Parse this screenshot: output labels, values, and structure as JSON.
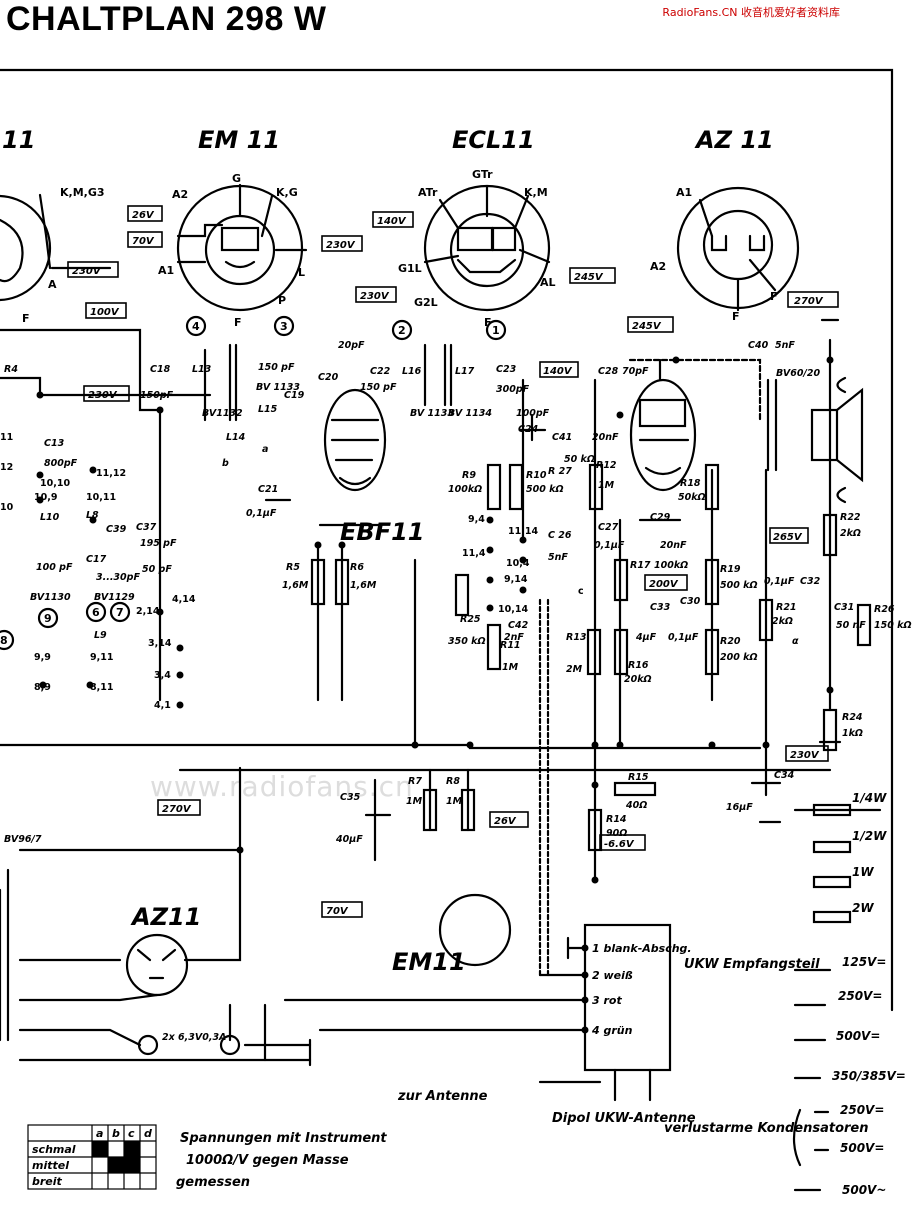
{
  "header": {
    "title": "CHALTPLAN 298 W",
    "source_mark": "RadioFans.CN 收音机爱好者资料库"
  },
  "watermark": "www.radiofans.cn",
  "tubes": {
    "t1": "11",
    "em11_top": "EM 11",
    "ecl11": "ECL11",
    "az11_top": "AZ 11",
    "ebf11": "EBF11",
    "em11_bottom": "EM11",
    "az11_bottom": "AZ11"
  },
  "pins": {
    "kmg3": "K,M,G3",
    "a_left": "A",
    "f_left": "F",
    "em_a2": "A2",
    "em_a1": "A1",
    "em_g": "G",
    "em_kg": "K,G",
    "em_l": "L",
    "em_f": "F",
    "em_p": "P",
    "ecl_atr": "ATr",
    "ecl_gtr": "GTr",
    "ecl_km": "K,M",
    "ecl_g1l": "G1L",
    "ecl_g2l": "G2L",
    "ecl_f": "F",
    "ecl_al": "AL",
    "az_a1": "A1",
    "az_a2": "A2",
    "az_f1": "F",
    "az_f2": "F"
  },
  "voltages": {
    "v230_a": "230V",
    "v26": "26V",
    "v70": "70V",
    "v230_em": "230V",
    "v140": "140V",
    "v245_top": "245V",
    "v230_ecl": "230V",
    "v270_az": "270V",
    "v100": "100V",
    "v245_box": "245V",
    "v230_mid": "230V",
    "v140_mid": "140V",
    "v265": "265V",
    "v200": "200V",
    "v230_low": "230V",
    "v270_low": "270V",
    "v26_low": "26V",
    "vm66": "-6.6V",
    "v70_low": "70V"
  },
  "markers": {
    "m4": "4",
    "m3": "3",
    "m2": "2",
    "m1": "1",
    "m6": "6",
    "m7": "7",
    "m8": "8",
    "m9": "9"
  },
  "components": {
    "c18": "C18",
    "c18v": "150pF",
    "l13": "L13",
    "l14": "L14",
    "l15": "L15",
    "bv1132": "BV1132",
    "c19": "C19",
    "c19v": "150 pF",
    "bv1133": "BV 1133",
    "l_a": "a",
    "l_b": "b",
    "c21": "C21",
    "c21v": "0,1µF",
    "c20": "C20",
    "c20v": "20pF",
    "c22": "C22",
    "c22v": "150 pF",
    "l16": "L16",
    "l17": "L17",
    "bv1133b": "BV 1133",
    "bv1134": "BV 1134",
    "c23": "C23",
    "c23v": "300pF",
    "c24": "C24",
    "c24v": "100pF",
    "r9": "R9",
    "r9v": "100kΩ",
    "r10": "R10",
    "r10v": "500 kΩ",
    "r5": "R5",
    "r5v": "1,6M",
    "r6": "R6",
    "r6v": "1,6M",
    "c28": "C28",
    "c28v": "70pF",
    "c41": "C41",
    "c41v": "20nF",
    "r12": "R12",
    "r12v": "1M",
    "r18": "R18",
    "r18v": "50kΩ",
    "c29": "C29",
    "c29v": "20nF",
    "c27": "C27",
    "c27v": "0,1µF",
    "r17": "R17",
    "r17v": "100kΩ",
    "r19": "R19",
    "r19v": "500 kΩ",
    "c33": "C33",
    "c33v": "4µF",
    "c30": "C30",
    "c30v": "0,1µF",
    "r20": "R20",
    "r20v": "200 kΩ",
    "r16": "R16",
    "r16v": "20kΩ",
    "r13": "R13",
    "r13v": "2M",
    "r11": "R11",
    "r11v": "1M",
    "r25": "R25",
    "r25v": "350 kΩ",
    "c42": "C42",
    "c42v": "2nF",
    "r_27": "R 27",
    "c26": "C 26",
    "c26v": "5nF",
    "r27v": "50 kΩ",
    "c40": "C40",
    "c40v": "5nF",
    "bv6020": "BV60/20",
    "r22": "R22",
    "r22v": "2kΩ",
    "c32": "C32",
    "c32v": "0,1µF",
    "r21": "R21",
    "r21v": "2kΩ",
    "c31": "C31",
    "c31v": "50 nF",
    "r26": "R26",
    "r26v": "150 kΩ",
    "l_alpha": "α",
    "r24": "R24",
    "r24v": "1kΩ",
    "c34": "C34",
    "c34v": "16µF",
    "r15": "R15",
    "r15v": "40Ω",
    "r14": "R14",
    "r14v": "90Ω",
    "r7": "R7",
    "r7v": "1M",
    "r8": "R8",
    "r8v": "1M",
    "c35": "C35",
    "c35v": "40µF",
    "r4": "R4",
    "c13": "C13",
    "c13v": "800pF",
    "l10": "L10",
    "l8": "L8",
    "c39": "C39",
    "c37": "C37",
    "c37v": "195 pF",
    "c17": "C17",
    "c17v": "50 pF",
    "c_30pf": "3...30pF",
    "c_100pf": "100 pF",
    "l9": "L9",
    "bv1130": "BV1130",
    "bv1129": "BV1129",
    "bv96": "BV96/7",
    "lamps": "2x 6,3V0,3A"
  },
  "nodes": {
    "n1112": "11,12",
    "n1010": "10,10",
    "n109": "10,9",
    "n1011": "10,11",
    "n214": "2,14",
    "n414": "4,14",
    "n314": "3,14",
    "n34": "3,4",
    "n41": "4,1",
    "n99": "9,9",
    "n89": "8,9",
    "n911": "9,11",
    "n811": "8,11",
    "n94": "9,4",
    "n1114": "11,14",
    "n114": "11,4",
    "n104": "10,4",
    "n914": "9,14",
    "n1014": "10,14",
    "n_c": "c",
    "n_12": "12",
    "n_11": "11",
    "n_10": "10"
  },
  "ukw": {
    "p1": "1 blank-Abschg.",
    "p2": "2 weiß",
    "p3": "3 rot",
    "p4": "4 grün",
    "label": "UKW Empfangsteil",
    "antenne": "zur Antenne",
    "dipol": "Dipol UKW-Antenne"
  },
  "legend": {
    "cols": [
      "a",
      "b",
      "c",
      "d"
    ],
    "rows": [
      "schmal",
      "mittel",
      "breit"
    ],
    "filled": [
      [
        1,
        0,
        1,
        0
      ],
      [
        0,
        1,
        1,
        0
      ],
      [
        0,
        0,
        0,
        0
      ]
    ]
  },
  "note": {
    "line1": "Spannungen mit Instrument",
    "line2": "1000Ω/V gegen Masse",
    "line3": "gemessen"
  },
  "resistor_key": [
    "1/4W",
    "1/2W",
    "1W",
    "2W"
  ],
  "cap_key": [
    "125V=",
    "250V=",
    "500V=",
    "350/385V="
  ],
  "verlust": {
    "label": "verlustarme Kondensatoren",
    "v1": "250V=",
    "v2": "500V=",
    "v3": "500V~"
  }
}
